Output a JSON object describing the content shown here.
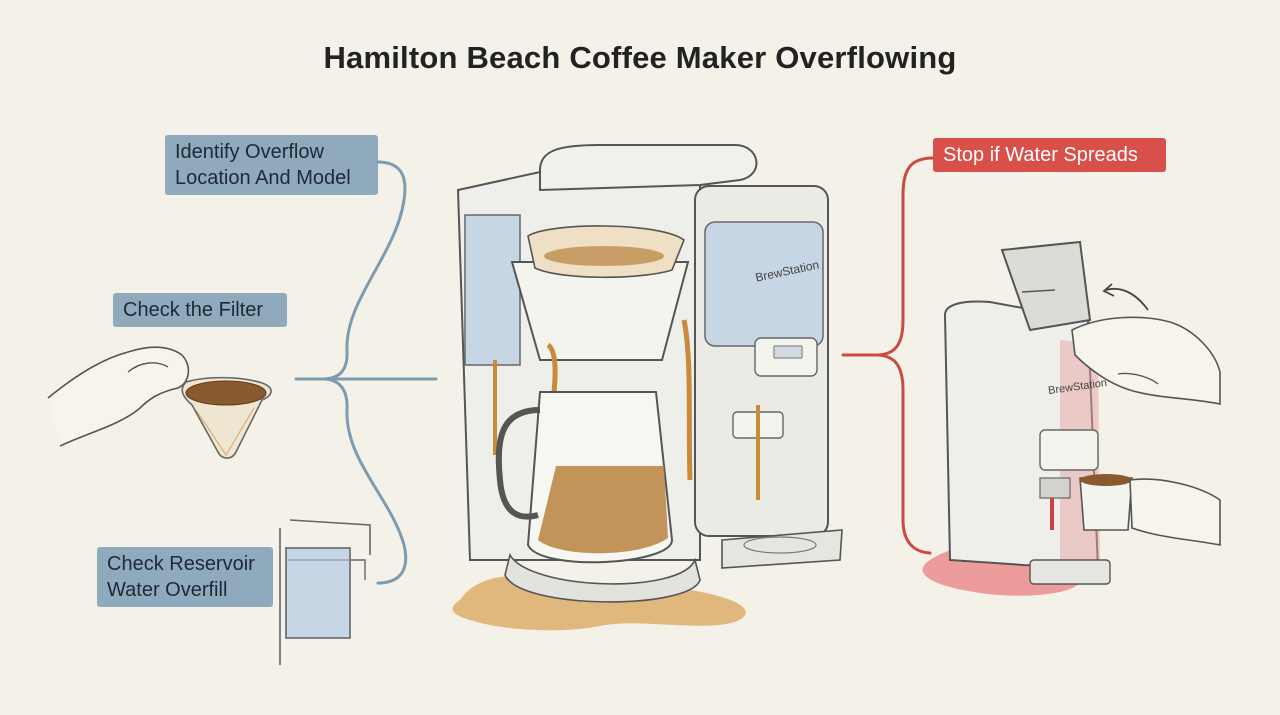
{
  "title": "Hamilton Beach Coffee Maker Overflowing",
  "labels": {
    "identify": [
      "Identify Overflow",
      "Location And Model"
    ],
    "filter": "Check the Filter",
    "reservoir": [
      "Check Reservoir",
      "Water Overfill"
    ],
    "stop": "Stop if Water Spreads"
  },
  "brand": "BrewStation",
  "colors": {
    "background": "#f3f1e8",
    "label_blue": "#8fa9bd",
    "label_red": "#d9504b",
    "bracket_blue": "#7f9bb0",
    "bracket_red": "#cc4a44",
    "coffee": "#c98a3a",
    "water": "#c6d6e4"
  }
}
